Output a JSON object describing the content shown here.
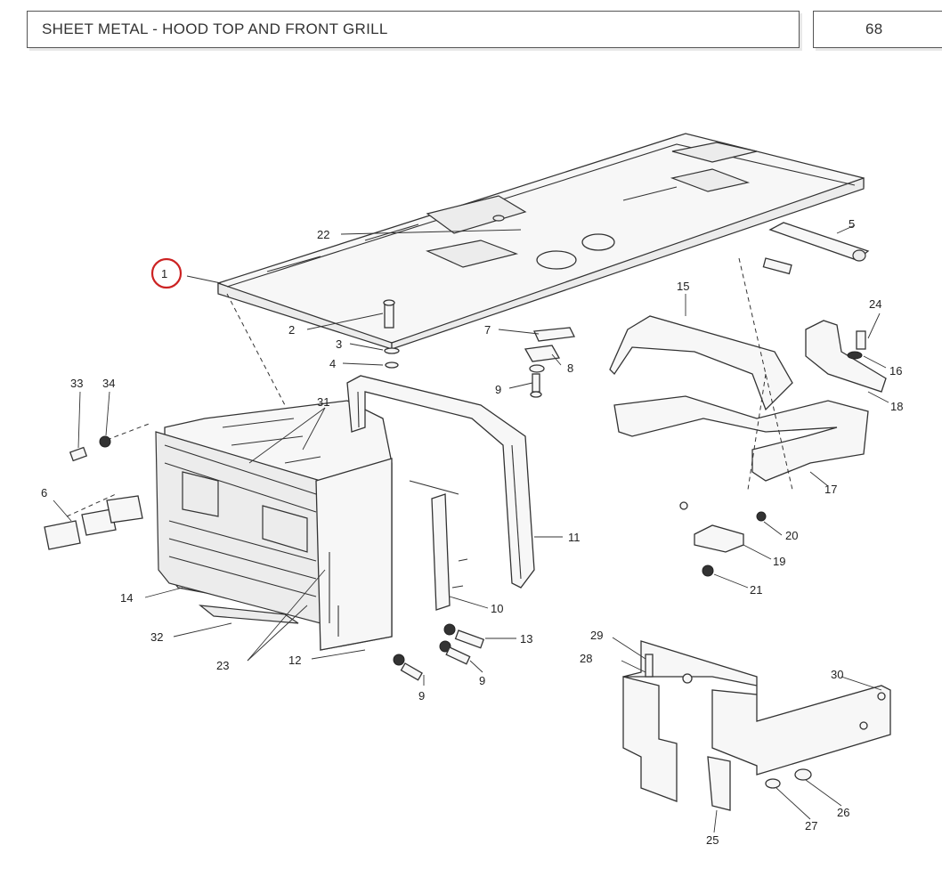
{
  "header": {
    "title": "SHEET METAL - HOOD TOP AND FRONT GRILL",
    "page_number": "68"
  },
  "highlight_color": "#cc2222",
  "callouts": [
    "1",
    "2",
    "3",
    "4",
    "5",
    "6",
    "7",
    "8",
    "9",
    "9",
    "9",
    "10",
    "11",
    "12",
    "13",
    "14",
    "15",
    "16",
    "17",
    "18",
    "19",
    "20",
    "21",
    "22",
    "23",
    "24",
    "25",
    "26",
    "27",
    "28",
    "29",
    "30",
    "31",
    "32",
    "33",
    "34"
  ]
}
